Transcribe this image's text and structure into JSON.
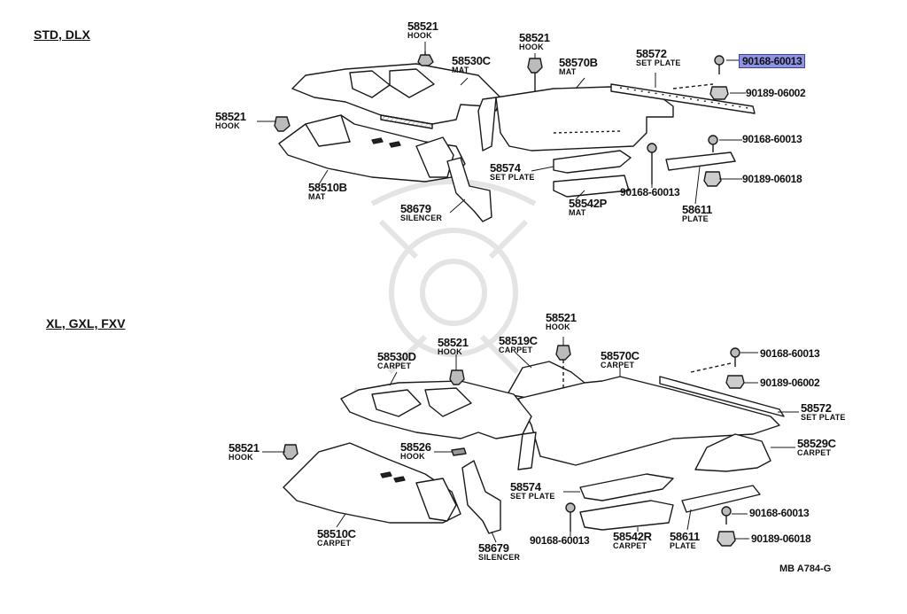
{
  "sections": {
    "std": "STD, DLX",
    "xl": "XL, GXL, FXV"
  },
  "parts": {
    "p58521_a": {
      "num": "58521",
      "desc": "HOOK"
    },
    "p58530c": {
      "num": "58530C",
      "desc": "MAT"
    },
    "p58521_b": {
      "num": "58521",
      "desc": "HOOK"
    },
    "p58570b": {
      "num": "58570B",
      "desc": "MAT"
    },
    "p58572_a": {
      "num": "58572",
      "desc": "SET PLATE"
    },
    "p90168_hl": {
      "num": "90168-60013"
    },
    "p90189_a": {
      "num": "90189-06002"
    },
    "p58521_c": {
      "num": "58521",
      "desc": "HOOK"
    },
    "p90168_b": {
      "num": "90168-60013"
    },
    "p58574_a": {
      "num": "58574",
      "desc": "SET PLATE"
    },
    "p90168_c": {
      "num": "90168-60013"
    },
    "p90189_b": {
      "num": "90189-06018"
    },
    "p58510b": {
      "num": "58510B",
      "desc": "MAT"
    },
    "p58679_a": {
      "num": "58679",
      "desc": "SILENCER"
    },
    "p58542p": {
      "num": "58542P",
      "desc": "MAT"
    },
    "p58611_a": {
      "num": "58611",
      "desc": "PLATE"
    },
    "p58521_d": {
      "num": "58521",
      "desc": "HOOK"
    },
    "p58530d": {
      "num": "58530D",
      "desc": "CARPET"
    },
    "p58521_e": {
      "num": "58521",
      "desc": "HOOK"
    },
    "p58519c": {
      "num": "58519C",
      "desc": "CARPET"
    },
    "p58570c": {
      "num": "58570C",
      "desc": "CARPET"
    },
    "p90168_d": {
      "num": "90168-60013"
    },
    "p90189_c": {
      "num": "90189-06002"
    },
    "p58572_b": {
      "num": "58572",
      "desc": "SET PLATE"
    },
    "p58521_f": {
      "num": "58521",
      "desc": "HOOK"
    },
    "p58526": {
      "num": "58526",
      "desc": "HOOK"
    },
    "p58529c": {
      "num": "58529C",
      "desc": "CARPET"
    },
    "p58574_b": {
      "num": "58574",
      "desc": "SET PLATE"
    },
    "p90168_e": {
      "num": "90168-60013"
    },
    "p58510c": {
      "num": "58510C",
      "desc": "CARPET"
    },
    "p90168_f": {
      "num": "90168-60013"
    },
    "p58679_b": {
      "num": "58679",
      "desc": "SILENCER"
    },
    "p58542r": {
      "num": "58542R",
      "desc": "CARPET"
    },
    "p58611_b": {
      "num": "58611",
      "desc": "PLATE"
    },
    "p90189_d": {
      "num": "90189-06018"
    }
  },
  "footer": "MB  A784-G",
  "colors": {
    "line": "#1a1a1a",
    "fill": "#ffffff",
    "shade": "#c9c9c9",
    "highlight": "#8f93e6",
    "watermark": "#e4e4e4"
  }
}
